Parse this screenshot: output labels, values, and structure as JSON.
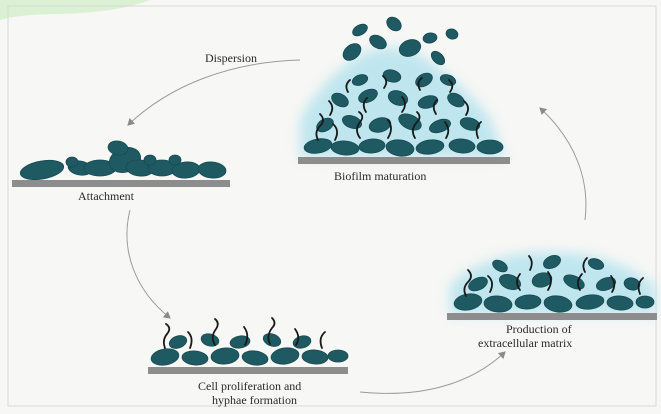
{
  "diagram": {
    "stages": {
      "dispersion": "Dispersion",
      "attachment": "Attachment",
      "maturation": "Biofilm maturation",
      "matrix_line1": "Production of",
      "matrix_line2": "extracellular matrix",
      "proliferation_line1": "Cell proliferation and",
      "proliferation_line2": "hyphae formation"
    },
    "colors": {
      "cell": "#1f5a63",
      "cell_dark": "#174a52",
      "substrate": "#8d8d8d",
      "matrix_glow": "#bfe6ef",
      "arrow": "#9a9a9a",
      "background": "#f7f7f5",
      "corner_green": "#bfe9b2"
    }
  }
}
